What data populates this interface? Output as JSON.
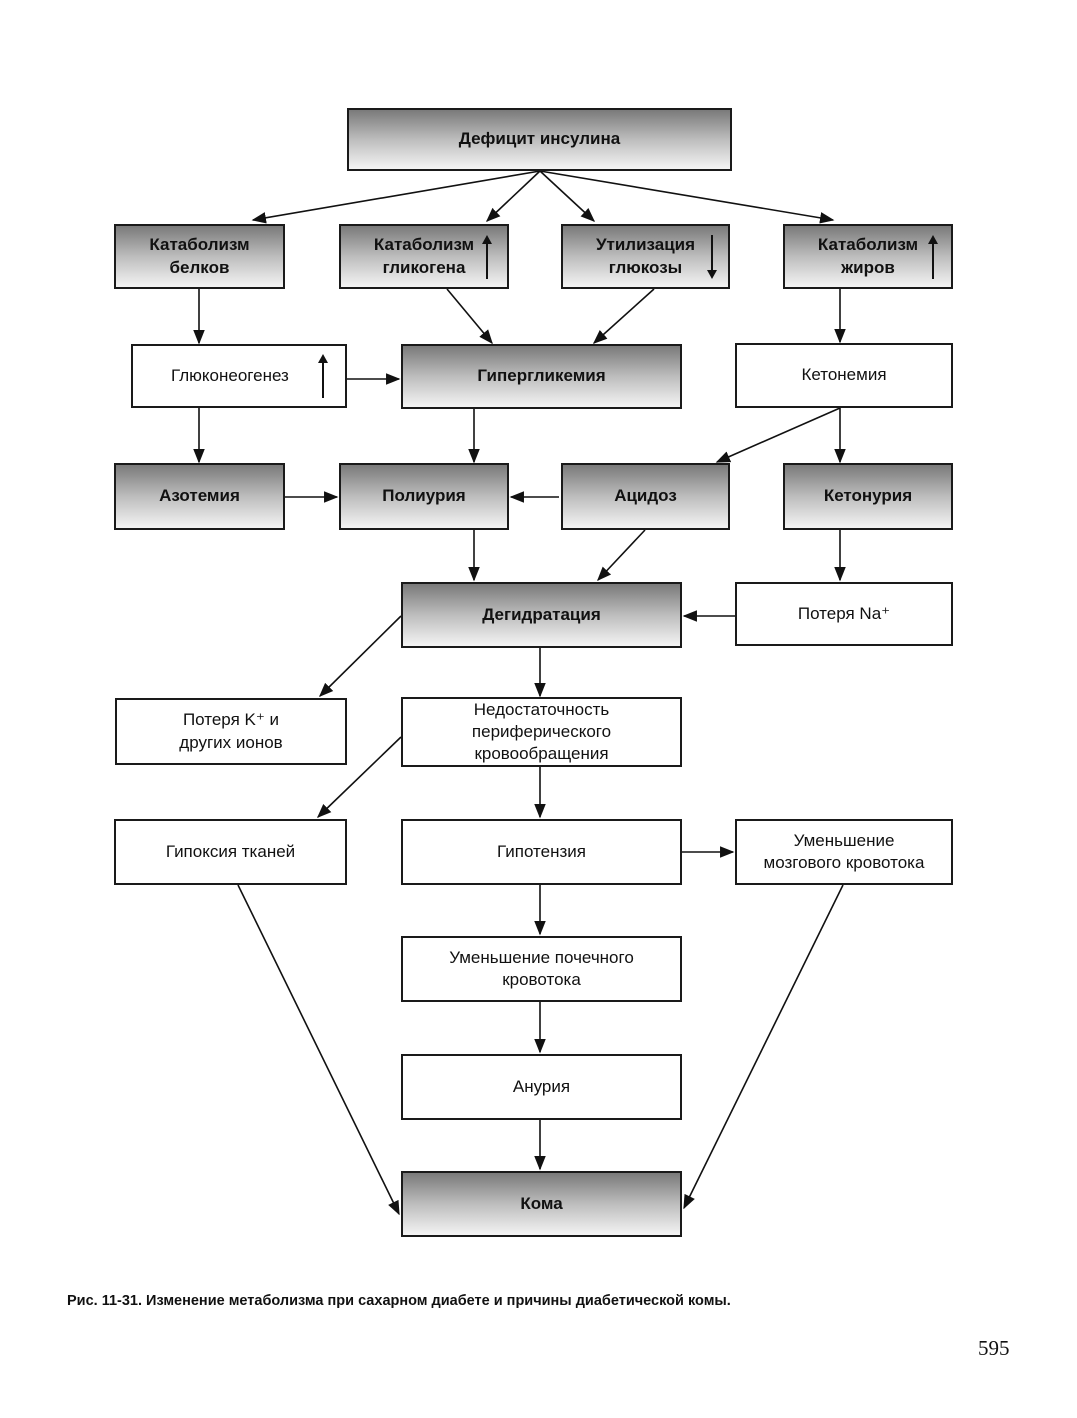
{
  "boxes": {
    "deficit": "Дефицит инсулина",
    "cat_proteins": "Катаболизм\nбелков",
    "cat_glycogen": "Катаболизм\nгликогена",
    "glucose_util": "Утилизация\nглюкозы",
    "cat_fats": "Катаболизм\nжиров",
    "gluconeogenesis": "Глюконеогенез",
    "hyperglycemia": "Гипергликемия",
    "ketonemia": "Кетонемия",
    "azotemia": "Азотемия",
    "polyuria": "Полиурия",
    "acidosis": "Ацидоз",
    "ketonuria": "Кетонурия",
    "dehydration": "Дегидратация",
    "na_loss": "Потеря Na⁺",
    "k_loss": "Потеря K⁺ и\nдругих ионов",
    "periph_insuff": "Недостаточность\nпериферического\nкровообращения",
    "hypoxia": "Гипоксия тканей",
    "hypotension": "Гипотензия",
    "brain_flow": "Уменьшение\nмозгового кровотока",
    "renal_flow": "Уменьшение почечного\nкровотока",
    "anuria": "Анурия",
    "coma": "Кома"
  },
  "indicators": {
    "cat_glycogen": "up",
    "glucose_util": "down",
    "cat_fats": "up",
    "gluconeogenesis": "up"
  },
  "caption": "Рис. 11-31. Изменение метаболизма при сахарном диабете и причины диабетической комы.",
  "page_number": "595"
}
